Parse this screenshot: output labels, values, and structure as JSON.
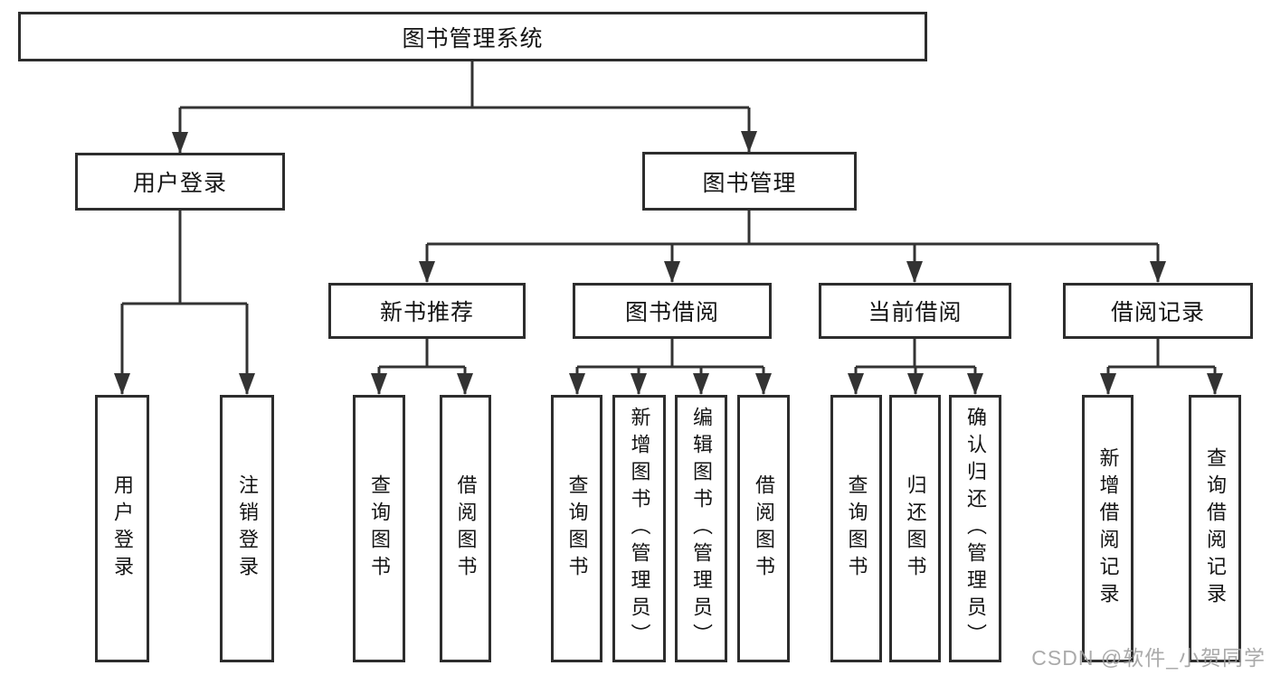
{
  "diagram_type": "hierarchy-tree",
  "tree": {
    "root": {
      "label": "图书管理系统",
      "children": [
        {
          "label": "用户登录",
          "children": [
            {
              "label": "用户登录"
            },
            {
              "label": "注销登录"
            }
          ]
        },
        {
          "label": "图书管理",
          "children": [
            {
              "label": "新书推荐",
              "children": [
                {
                  "label": "查询图书"
                },
                {
                  "label": "借阅图书"
                }
              ]
            },
            {
              "label": "图书借阅",
              "children": [
                {
                  "label": "查询图书"
                },
                {
                  "label": "新增图书（管理员）"
                },
                {
                  "label": "编辑图书（管理员）"
                },
                {
                  "label": "借阅图书"
                }
              ]
            },
            {
              "label": "当前借阅",
              "children": [
                {
                  "label": "查询图书"
                },
                {
                  "label": "归还图书"
                },
                {
                  "label": "确认归还（管理员）"
                }
              ]
            },
            {
              "label": "借阅记录",
              "children": [
                {
                  "label": "新增借阅记录"
                },
                {
                  "label": "查询借阅记录"
                }
              ]
            }
          ]
        }
      ]
    }
  },
  "watermark": {
    "text": "CSDN @软件_小贺同学"
  },
  "colors": {
    "background": "#ffffff",
    "box_border": "#2d2d2d",
    "line": "#333333",
    "text": "#141414",
    "watermark": "#9e9e9e"
  }
}
